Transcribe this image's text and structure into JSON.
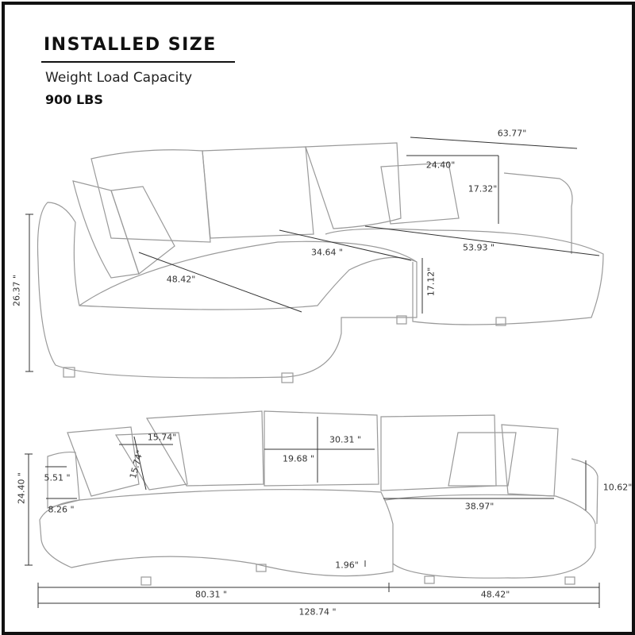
{
  "header": {
    "title": "INSTALLED SIZE",
    "subtitle": "Weight Load Capacity",
    "capacity": "900 LBS"
  },
  "top_view": {
    "overall_chaise_width": "63.77\"",
    "pillow_width": "24.40\"",
    "back_height": "17.32\"",
    "seat_depth_middle": "34.64 \"",
    "chaise_length": "53.93 \"",
    "seat_depth_left": "48.42\"",
    "seat_height": "17.12\"",
    "overall_height": "26.37 \""
  },
  "front_view": {
    "pillow_width": "15.74\"",
    "pillow_height": "15.74\"",
    "arm_width_top": "5.51 \"",
    "arm_width_bottom": "8.26 \"",
    "back_cushion_width": "19.68 \"",
    "back_cushion_height": "30.31 \"",
    "overall_height": "24.40 \"",
    "arm_height": "10.62\"",
    "chaise_seat_width": "38.97\"",
    "leg_height": "1.96\"",
    "left_section_width": "80.31 \"",
    "right_section_width": "48.42\"",
    "total_width": "128.74 \""
  }
}
